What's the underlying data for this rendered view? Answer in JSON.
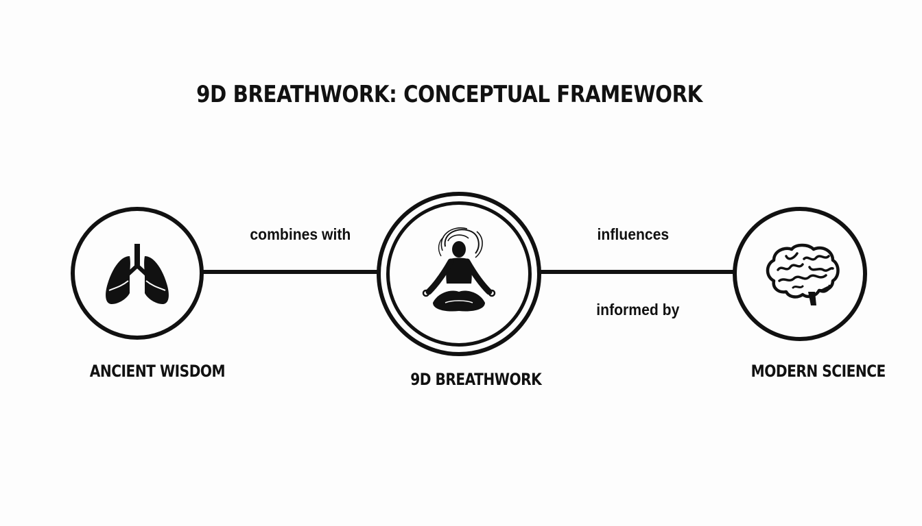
{
  "title": "9D BREATHWORK: CONCEPTUAL FRAMEWORK",
  "nodes": {
    "left": {
      "label": "ANCIENT WISDOM",
      "icon": "lungs-icon"
    },
    "center": {
      "label": "9D BREATHWORK",
      "icon": "meditating-figure-icon"
    },
    "right": {
      "label": "MODERN SCIENCE",
      "icon": "brain-icon"
    }
  },
  "edges": {
    "left_center": {
      "label": "combines with"
    },
    "center_right_top": {
      "label": "influences"
    },
    "center_right_bottom": {
      "label": "informed by"
    }
  },
  "colors": {
    "ink": "#111111",
    "background": "#fdfdfd"
  }
}
